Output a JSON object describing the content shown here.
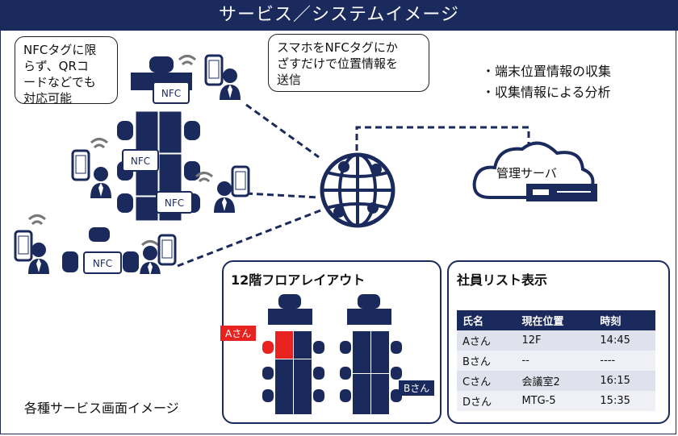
{
  "title": "サービス／システムイメージ",
  "bubble_left": [
    "NFCタグに限",
    "らず、QRコ",
    "ードなどでも",
    "対応可能"
  ],
  "bubble_top": [
    "スマホをNFCタグにか",
    "ざすだけで位置情報を",
    "送信"
  ],
  "bullets": [
    "端末位置情報の収集",
    "収集情報による分析"
  ],
  "nfc_label": "NFC",
  "server_label": "管理サーバ",
  "caption": "各種サービス画面イメージ",
  "floor_panel": {
    "title": "12階フロアレイアウト",
    "tag_a": "Aさん",
    "tag_b": "Bさん"
  },
  "employee_panel": {
    "title": "社員リスト表示",
    "columns": [
      "氏名",
      "現在位置",
      "時刻"
    ],
    "rows": [
      [
        "Aさん",
        "12F",
        "14:45"
      ],
      [
        "Bさん",
        "--",
        "----"
      ],
      [
        "Cさん",
        "会議室2",
        "16:15"
      ],
      [
        "Dさん",
        "MTG-5",
        "15:35"
      ]
    ]
  },
  "colors": {
    "navy": "#1b2a5c",
    "highlight": "#e8231f"
  }
}
